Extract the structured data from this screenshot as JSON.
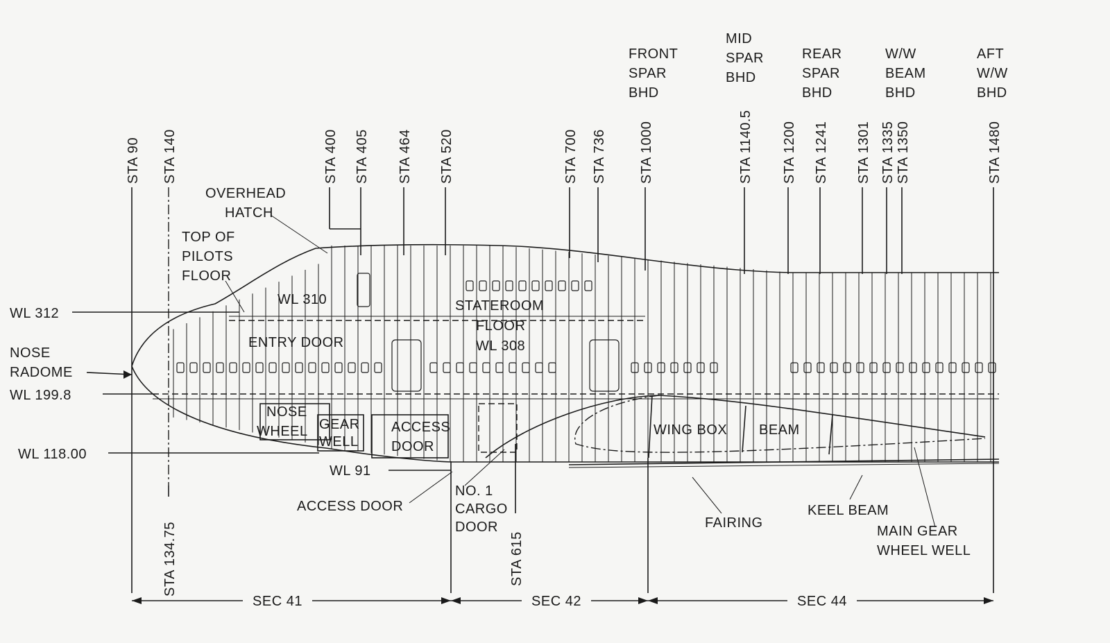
{
  "stations": {
    "sta90": "STA 90",
    "sta140": "STA 140",
    "sta400": "STA 400",
    "sta405": "STA 405",
    "sta464": "STA 464",
    "sta520": "STA 520",
    "sta700": "STA 700",
    "sta736": "STA 736",
    "sta1000": "STA 1000",
    "sta1140": "STA 1140.5",
    "sta1200": "STA 1200",
    "sta1241": "STA 1241",
    "sta1301": "STA 1301",
    "sta1335": "STA 1335",
    "sta1350": "STA 1350",
    "sta1480": "STA 1480",
    "sta134": "STA 134.75",
    "sta615": "STA 615"
  },
  "bulkheads": {
    "front_spar": [
      "FRONT",
      "SPAR",
      "BHD"
    ],
    "mid_spar": [
      "MID",
      "SPAR",
      "BHD"
    ],
    "rear_spar": [
      "REAR",
      "SPAR",
      "BHD"
    ],
    "ww_beam": [
      "W/W",
      "BEAM",
      "BHD"
    ],
    "aft_ww": [
      "AFT",
      "W/W",
      "BHD"
    ]
  },
  "waterlines": {
    "wl312": "WL 312",
    "wl199": "WL 199.8",
    "wl118": "WL 118.00",
    "wl91": "WL 91",
    "wl310": "WL 310"
  },
  "labels": {
    "overhead_hatch": [
      "OVERHEAD",
      "HATCH"
    ],
    "top_pilots_floor": [
      "TOP OF",
      "PILOTS",
      "FLOOR"
    ],
    "nose_radome": [
      "NOSE",
      "RADOME"
    ],
    "entry_door": "ENTRY DOOR",
    "stateroom_floor": [
      "STATEROOM",
      "FLOOR",
      "WL 308"
    ],
    "nose_wheel": [
      "NOSE",
      "WHEEL"
    ],
    "gear_well": [
      "GEAR",
      "WELL"
    ],
    "access_door_inner": [
      "ACCESS",
      "DOOR"
    ],
    "access_door": "ACCESS DOOR",
    "cargo_door": [
      "NO. 1",
      "CARGO",
      "DOOR"
    ],
    "wing_box": "WING BOX",
    "beam": "BEAM",
    "fairing": "FAIRING",
    "keel_beam": "KEEL BEAM",
    "main_gear_wheel_well": [
      "MAIN GEAR",
      "WHEEL WELL"
    ]
  },
  "sections": {
    "sec41": "SEC 41",
    "sec42": "SEC 42",
    "sec44": "SEC 44"
  }
}
